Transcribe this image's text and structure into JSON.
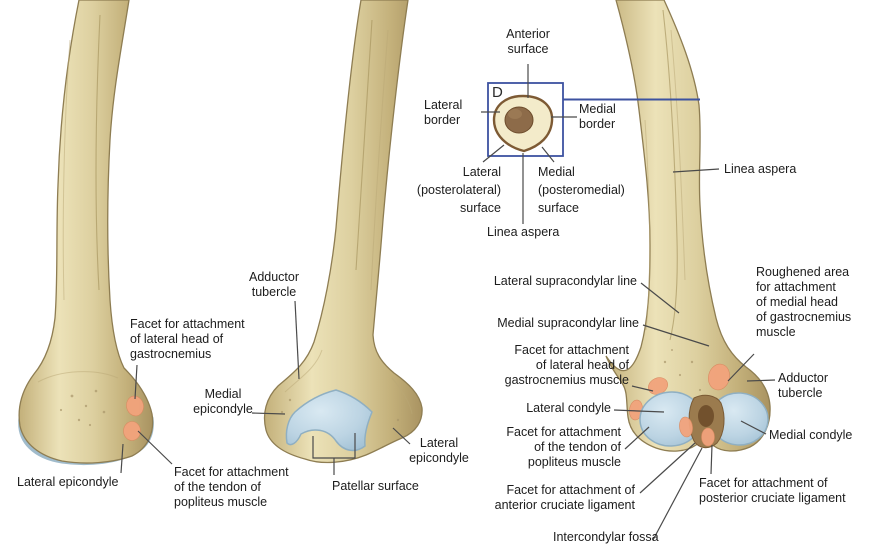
{
  "figure_type": "anatomical diagram — distal femur, three views with shaft cross-section inset",
  "colors": {
    "text": "#1c1c1c",
    "leader": "#4a4a4a",
    "outline": "#8e7d52",
    "bone": "#dccf9e",
    "bone_highlight": "#ece2bc",
    "bone_shadow": "#b3a06b",
    "cartilage": "#b7cfdf",
    "cartilage_edge": "#8fafc2",
    "facet": "#f2a37c",
    "fossa": "#9b7b4e",
    "section_blue": "#3c52a0",
    "background": "#ffffff"
  },
  "inset": {
    "marker": "D",
    "anterior_surface": "Anterior\nsurface",
    "lateral_border": "Lateral\nborder",
    "medial_border": "Medial\nborder",
    "lateral_surface": "Lateral\n(posterolateral)\nsurface",
    "medial_surface": "Medial\n(posteromedial)\nsurface",
    "linea_aspera": "Linea aspera"
  },
  "left_femur": {
    "gastrocnemius_facet": "Facet for attachment\nof lateral head of\ngastrocnemius",
    "medial_epicondyle": "Medial\nepicondyle",
    "lateral_epicondyle": "Lateral epicondyle",
    "popliteus_facet": "Facet for attachment\nof the tendon of\npopliteus muscle"
  },
  "middle_femur": {
    "adductor_tubercle": "Adductor\ntubercle",
    "lateral_epicondyle": "Lateral\nepicondyle",
    "patellar_surface": "Patellar surface"
  },
  "right_femur": {
    "linea_aspera": "Linea aspera",
    "roughened_area": "Roughened area\nfor attachment\nof medial head\nof gastrocnemius\nmuscle",
    "adductor_tubercle": "Adductor\ntubercle",
    "medial_condyle": "Medial condyle",
    "posterior_cruciate_facet": "Facet for attachment of\nposterior cruciate ligament",
    "lateral_supracondylar_line": "Lateral supracondylar line",
    "medial_supracondylar_line": "Medial supracondylar line",
    "gastrocnemius_facet": "Facet for attachment\nof lateral head of\ngastrocnemius muscle",
    "lateral_condyle": "Lateral condyle",
    "popliteus_facet": "Facet for attachment\nof the tendon of\npopliteus muscle",
    "anterior_cruciate_facet": "Facet for attachment of\nanterior cruciate ligament",
    "intercondylar_fossa": "Intercondylar fossa"
  }
}
